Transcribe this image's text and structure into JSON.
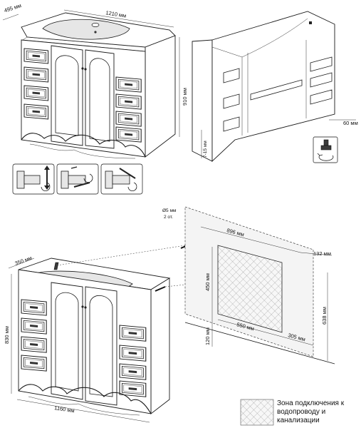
{
  "top_unit": {
    "width": "1210 мм",
    "depth": "495 мм",
    "height": "910 мм"
  },
  "frame": {
    "base_gap": "7-15 мм",
    "back_offset": "60 мм"
  },
  "bottom_unit": {
    "width": "1160 мм",
    "depth": "350 мм",
    "height": "830 мм"
  },
  "wall_mount": {
    "screw": "Ø5 мм",
    "screw_count": "2 от.",
    "hole_spacing": "896 мм",
    "edge_offset": "132 мм",
    "mount_height": "638 мм"
  },
  "connection_zone": {
    "width": "550 мм",
    "height": "450 мм",
    "right_offset": "305 мм",
    "floor_offset": "120 мм"
  },
  "legend": {
    "line1": "Зона подключения к",
    "line2": "водопроводу и",
    "line3": "канализации"
  }
}
